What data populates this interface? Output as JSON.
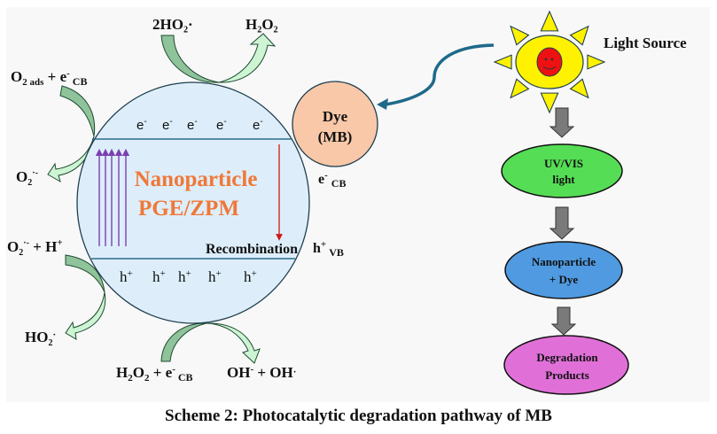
{
  "caption": "Scheme 2: Photocatalytic degradation pathway of MB",
  "colors": {
    "panel_bg": "#f8f8f8",
    "nanoparticle_fill": "#ddeefa",
    "nanoparticle_stroke": "#1f3f4f",
    "band_line": "#2e6a8a",
    "nanoparticle_text": "#f07838",
    "excitation_arrows": "#7b3fb0",
    "recombination_arrow": "#d01818",
    "dye_fill": "#f8c8a8",
    "arrow_dark": "#8fc39a",
    "arrow_light": "#cdf5d4",
    "arrow_stroke": "#1e4a30",
    "curved_arrow": "#1e6a8a",
    "sun_fill": "#fff200",
    "sun_face": "#ee1111",
    "block_arrow": "#7a7a7a",
    "uvvis_fill": "#55dd55",
    "nano_dye_fill": "#4f9ae0",
    "products_fill": "#e070d8"
  },
  "nanoparticle": {
    "title_line1": "Nanoparticle",
    "title_line2": "PGE/ZPM",
    "electron": "e",
    "electron_sup": "-",
    "electron_count": 5,
    "hole": "h",
    "hole_sup": "+",
    "hole_count": 5,
    "recombination_label": "Recombination"
  },
  "dye": {
    "line1": "Dye",
    "line2": "(MB)",
    "ecb": {
      "main": "e",
      "sup": "-",
      "sub": "CB"
    },
    "hvb": {
      "main": "h",
      "sup": "+",
      "sub": "VB"
    }
  },
  "reactions": {
    "top_reactant": "2HO₂·",
    "top_product": "H₂O₂",
    "left_top_reactant": {
      "o": "O",
      "sub": "2 ads",
      "plus": " + e",
      "sup": "-",
      "cb": " CB"
    },
    "left_top_product": {
      "o": "O",
      "sub": "2",
      "sup": "·-"
    },
    "left_bottom_reactant": {
      "o": "O",
      "sub": "2",
      "sup": "·-",
      "rest": " + H",
      "sup2": "+"
    },
    "left_bottom_product": {
      "ho": "HO",
      "sub": "2",
      "sup": "·"
    },
    "bottom_reactant": {
      "h": "H",
      "sub1": "2",
      "o": "O",
      "sub2": "2",
      "rest": " + e",
      "sup": "-",
      "cb": " CB"
    },
    "bottom_product": {
      "oh": "OH",
      "sup": "-",
      "rest": " + OH",
      "sup2": "·"
    }
  },
  "light_source": {
    "label": "Light Source"
  },
  "flow": {
    "step1_line1": "UV/VIS",
    "step1_line2": "light",
    "step2_line1": "Nanoparticle",
    "step2_line2": "+ Dye",
    "step3_line1": "Degradation",
    "step3_line2": "Products"
  }
}
